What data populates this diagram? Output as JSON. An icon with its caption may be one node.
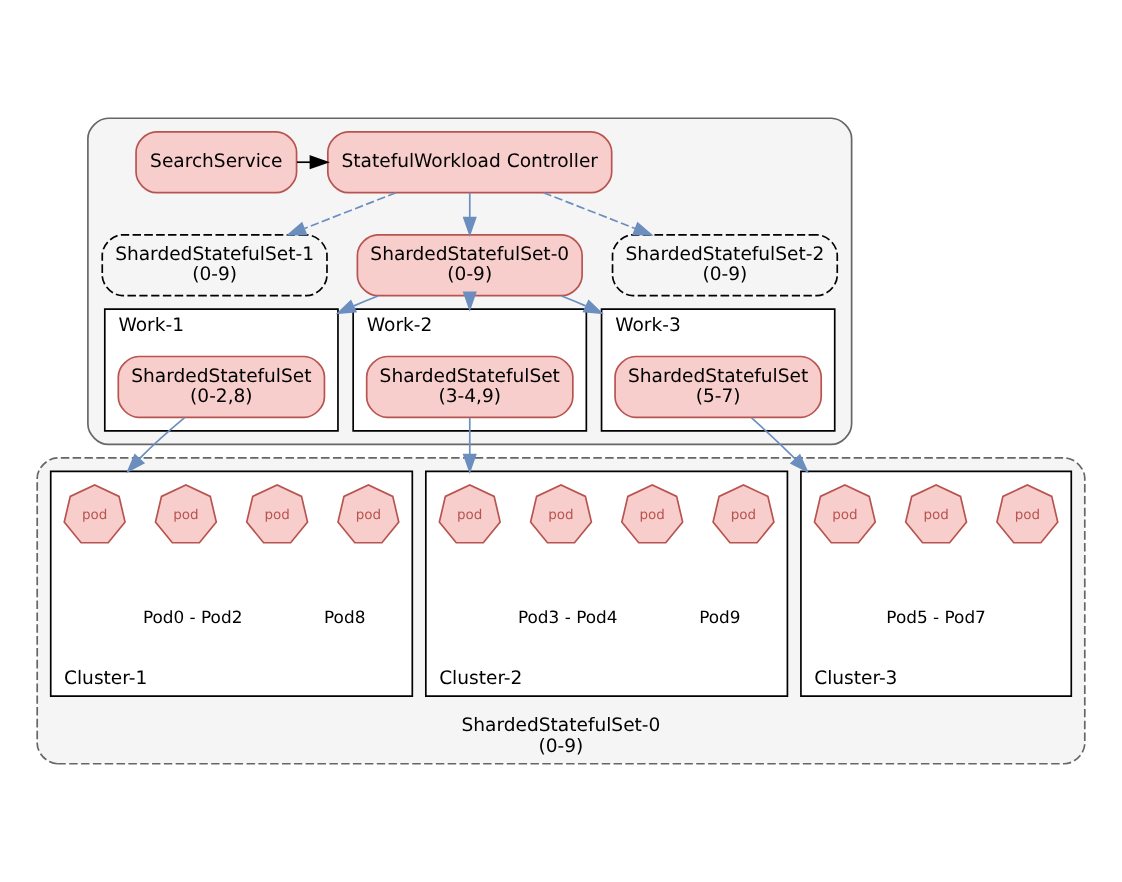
{
  "diagram": {
    "nodes": [
      {
        "text": [],
        "shape": "box"
      },
      {
        "text": [
          "SearchService"
        ],
        "in": 0
      },
      {
        "text": [
          "StatefulWorkload Controller"
        ],
        "in": 0
      },
      {
        "text": [
          "ShardedStatefulSet-1",
          "(0-9)"
        ],
        "in": 0
      },
      {
        "text": [
          "ShardedStatefulSet-0",
          "(0-9)"
        ],
        "in": 0
      },
      {
        "text": [
          "ShardedStatefulSet-2",
          "(0-9)"
        ],
        "in": 0
      },
      {
        "text": [
          "Work-1"
        ],
        "in": 0
      },
      {
        "text": [
          "ShardedStatefulSet",
          "(0-2,8)"
        ],
        "in": 6
      },
      {
        "text": [
          "Work-2"
        ],
        "in": 0
      },
      {
        "text": [
          "ShardedStatefulSet",
          "(3-4,9)"
        ],
        "in": 8
      },
      {
        "text": [
          "Work-3"
        ],
        "in": 0
      },
      {
        "text": [
          "ShardedStatefulSet",
          "(5-7)"
        ],
        "in": 10
      },
      {
        "text": [
          "ShardedStatefulSet-0",
          "(0-9)"
        ]
      },
      {
        "text": [
          "Cluster-1"
        ],
        "in": 12,
        "beside": [
          "Pod0 - Pod2",
          "Pod8"
        ]
      },
      {
        "text": [
          "pod"
        ],
        "in": 13
      },
      {
        "text": [
          "pod"
        ],
        "in": 13
      },
      {
        "text": [
          "pod"
        ],
        "in": 13
      },
      {
        "text": [
          "pod"
        ],
        "in": 13
      },
      {
        "text": [
          "Cluster-2"
        ],
        "in": 12,
        "beside": [
          "Pod3 - Pod4",
          "Pod9"
        ]
      },
      {
        "text": [
          "pod"
        ],
        "in": 18
      },
      {
        "text": [
          "pod"
        ],
        "in": 18
      },
      {
        "text": [
          "pod"
        ],
        "in": 18
      },
      {
        "text": [
          "pod"
        ],
        "in": 18
      },
      {
        "text": [
          "Cluster-3"
        ],
        "in": 12,
        "beside": [
          "Pod5 - Pod7"
        ]
      },
      {
        "text": [
          "pod"
        ],
        "in": 23
      },
      {
        "text": [
          "pod"
        ],
        "in": 23
      },
      {
        "text": [
          "pod"
        ],
        "in": 23
      }
    ],
    "edges": [
      {
        "from": 1,
        "to": 2,
        "arrow": "to",
        "color": "#000000"
      },
      {
        "from": 2,
        "to": 3,
        "arrow": "to",
        "style": "dashed"
      },
      {
        "from": 2,
        "to": 4,
        "arrow": "to"
      },
      {
        "from": 2,
        "to": 5,
        "arrow": "to",
        "style": "dashed"
      },
      {
        "from": 4,
        "to": 6,
        "arrow": "to"
      },
      {
        "from": 4,
        "to": 8,
        "arrow": "to"
      },
      {
        "from": 4,
        "to": 10,
        "arrow": "to"
      },
      {
        "from": 7,
        "to": 13,
        "arrow": "to"
      },
      {
        "from": 9,
        "to": 18,
        "arrow": "to"
      },
      {
        "from": 11,
        "to": 23,
        "arrow": "to"
      }
    ]
  }
}
